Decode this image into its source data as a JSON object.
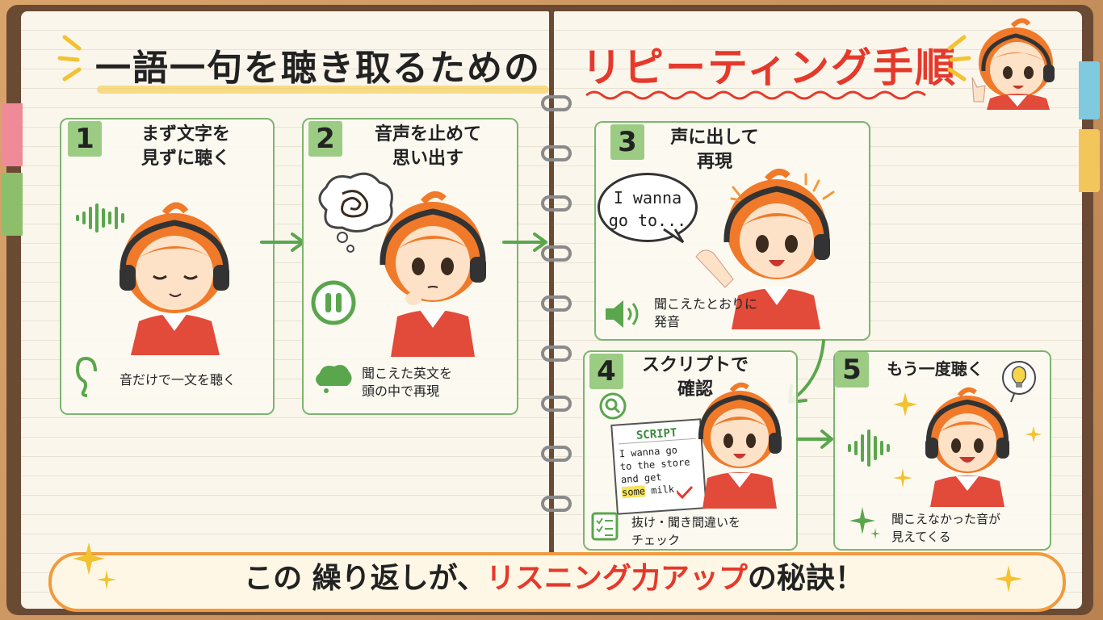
{
  "header": {
    "title_black": "一語一句を聴き取るための",
    "title_red": "リピーティング手順"
  },
  "steps": [
    {
      "num": "1",
      "title_lines": [
        "まず文字を",
        "見ずに聴く"
      ],
      "caption": "音だけで一文を聴く"
    },
    {
      "num": "2",
      "title_lines": [
        "音声を止めて",
        "思い出す"
      ],
      "caption_lines": [
        "聞こえた英文を",
        "頭の中で再現"
      ]
    },
    {
      "num": "3",
      "title_lines": [
        "声に出して",
        "再現"
      ],
      "bubble_lines": [
        "I wanna",
        "go to..."
      ],
      "caption_lines": [
        "聞こえたとおりに",
        "発音"
      ]
    },
    {
      "num": "4",
      "title_lines": [
        "スクリプトで",
        "確認"
      ],
      "script": {
        "header": "SCRIPT",
        "lines": [
          "I wanna go",
          "to the store",
          "and get"
        ],
        "highlight": "some",
        "tail": " milk."
      },
      "caption_lines": [
        "抜け・聞き間違いを",
        "チェック"
      ]
    },
    {
      "num": "5",
      "title_lines": [
        "もう一度聴く"
      ],
      "caption_lines": [
        "聞こえなかった音が",
        "見えてくる"
      ]
    }
  ],
  "footer": {
    "part1": "この 繰り返しが、",
    "part2": "リスニング力アップ",
    "part3": "の秘訣！"
  },
  "colors": {
    "accent_red": "#e5392b",
    "green": "#5aa64d",
    "orange_hair": "#f07a2a",
    "banner_border": "#f19a3e"
  }
}
